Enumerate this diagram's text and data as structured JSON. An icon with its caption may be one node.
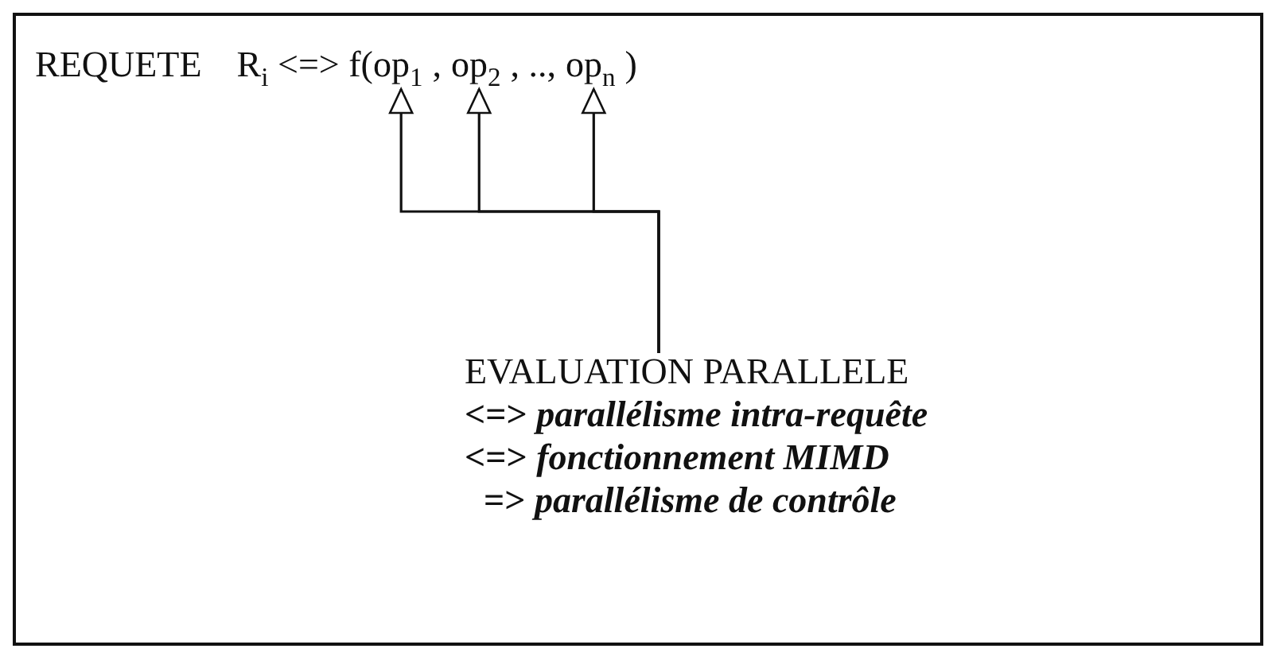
{
  "diagram": {
    "nodes": [
      {
        "text": [
          "op$_{1}$"
        ]
      },
      {
        "text": [
          "op$_{2}$"
        ]
      },
      {
        "text": [
          "op$_{n}$"
        ]
      },
      {
        "text": [
          "EVALUATION PARALLELE",
          "<=> *parallélisme intra-requête*",
          "<=> *fonctionnement MIMD*",
          "=> *parallélisme de contrôle*"
        ]
      }
    ],
    "edges": [
      {
        "from": 3,
        "to": 0,
        "arrow": "to"
      },
      {
        "from": 3,
        "to": 1,
        "arrow": "to"
      },
      {
        "from": 3,
        "to": 2,
        "arrow": "to"
      }
    ],
    "labels": [
      "REQUETE",
      "R$_{i}$ <=> f(",
      ",",
      ", ..,",
      ")"
    ]
  }
}
